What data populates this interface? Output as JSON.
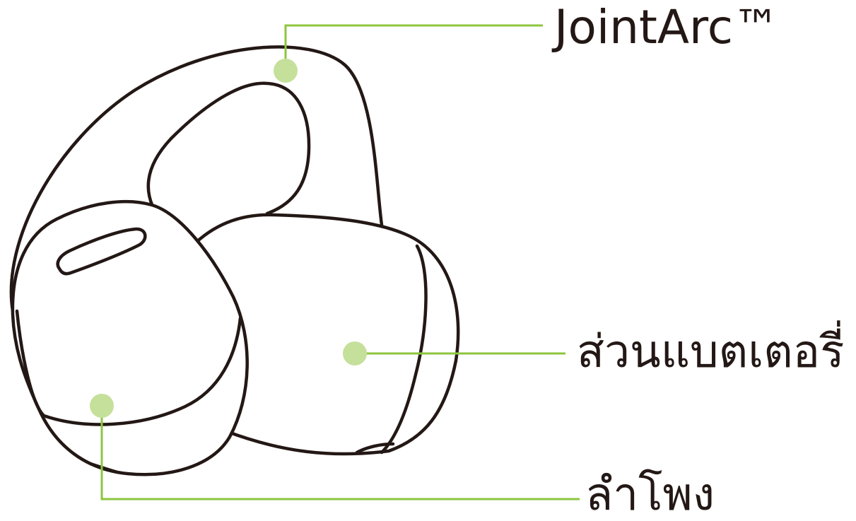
{
  "callouts": {
    "jointarc": "JointArc™",
    "battery": "ส่วนแบตเตอรี่",
    "sound_cavity": "ลำโพง"
  },
  "colors": {
    "outline": "#231815",
    "leader_line": "#8dc63f",
    "marker_dot": "#c5e09a",
    "background": "#ffffff"
  }
}
